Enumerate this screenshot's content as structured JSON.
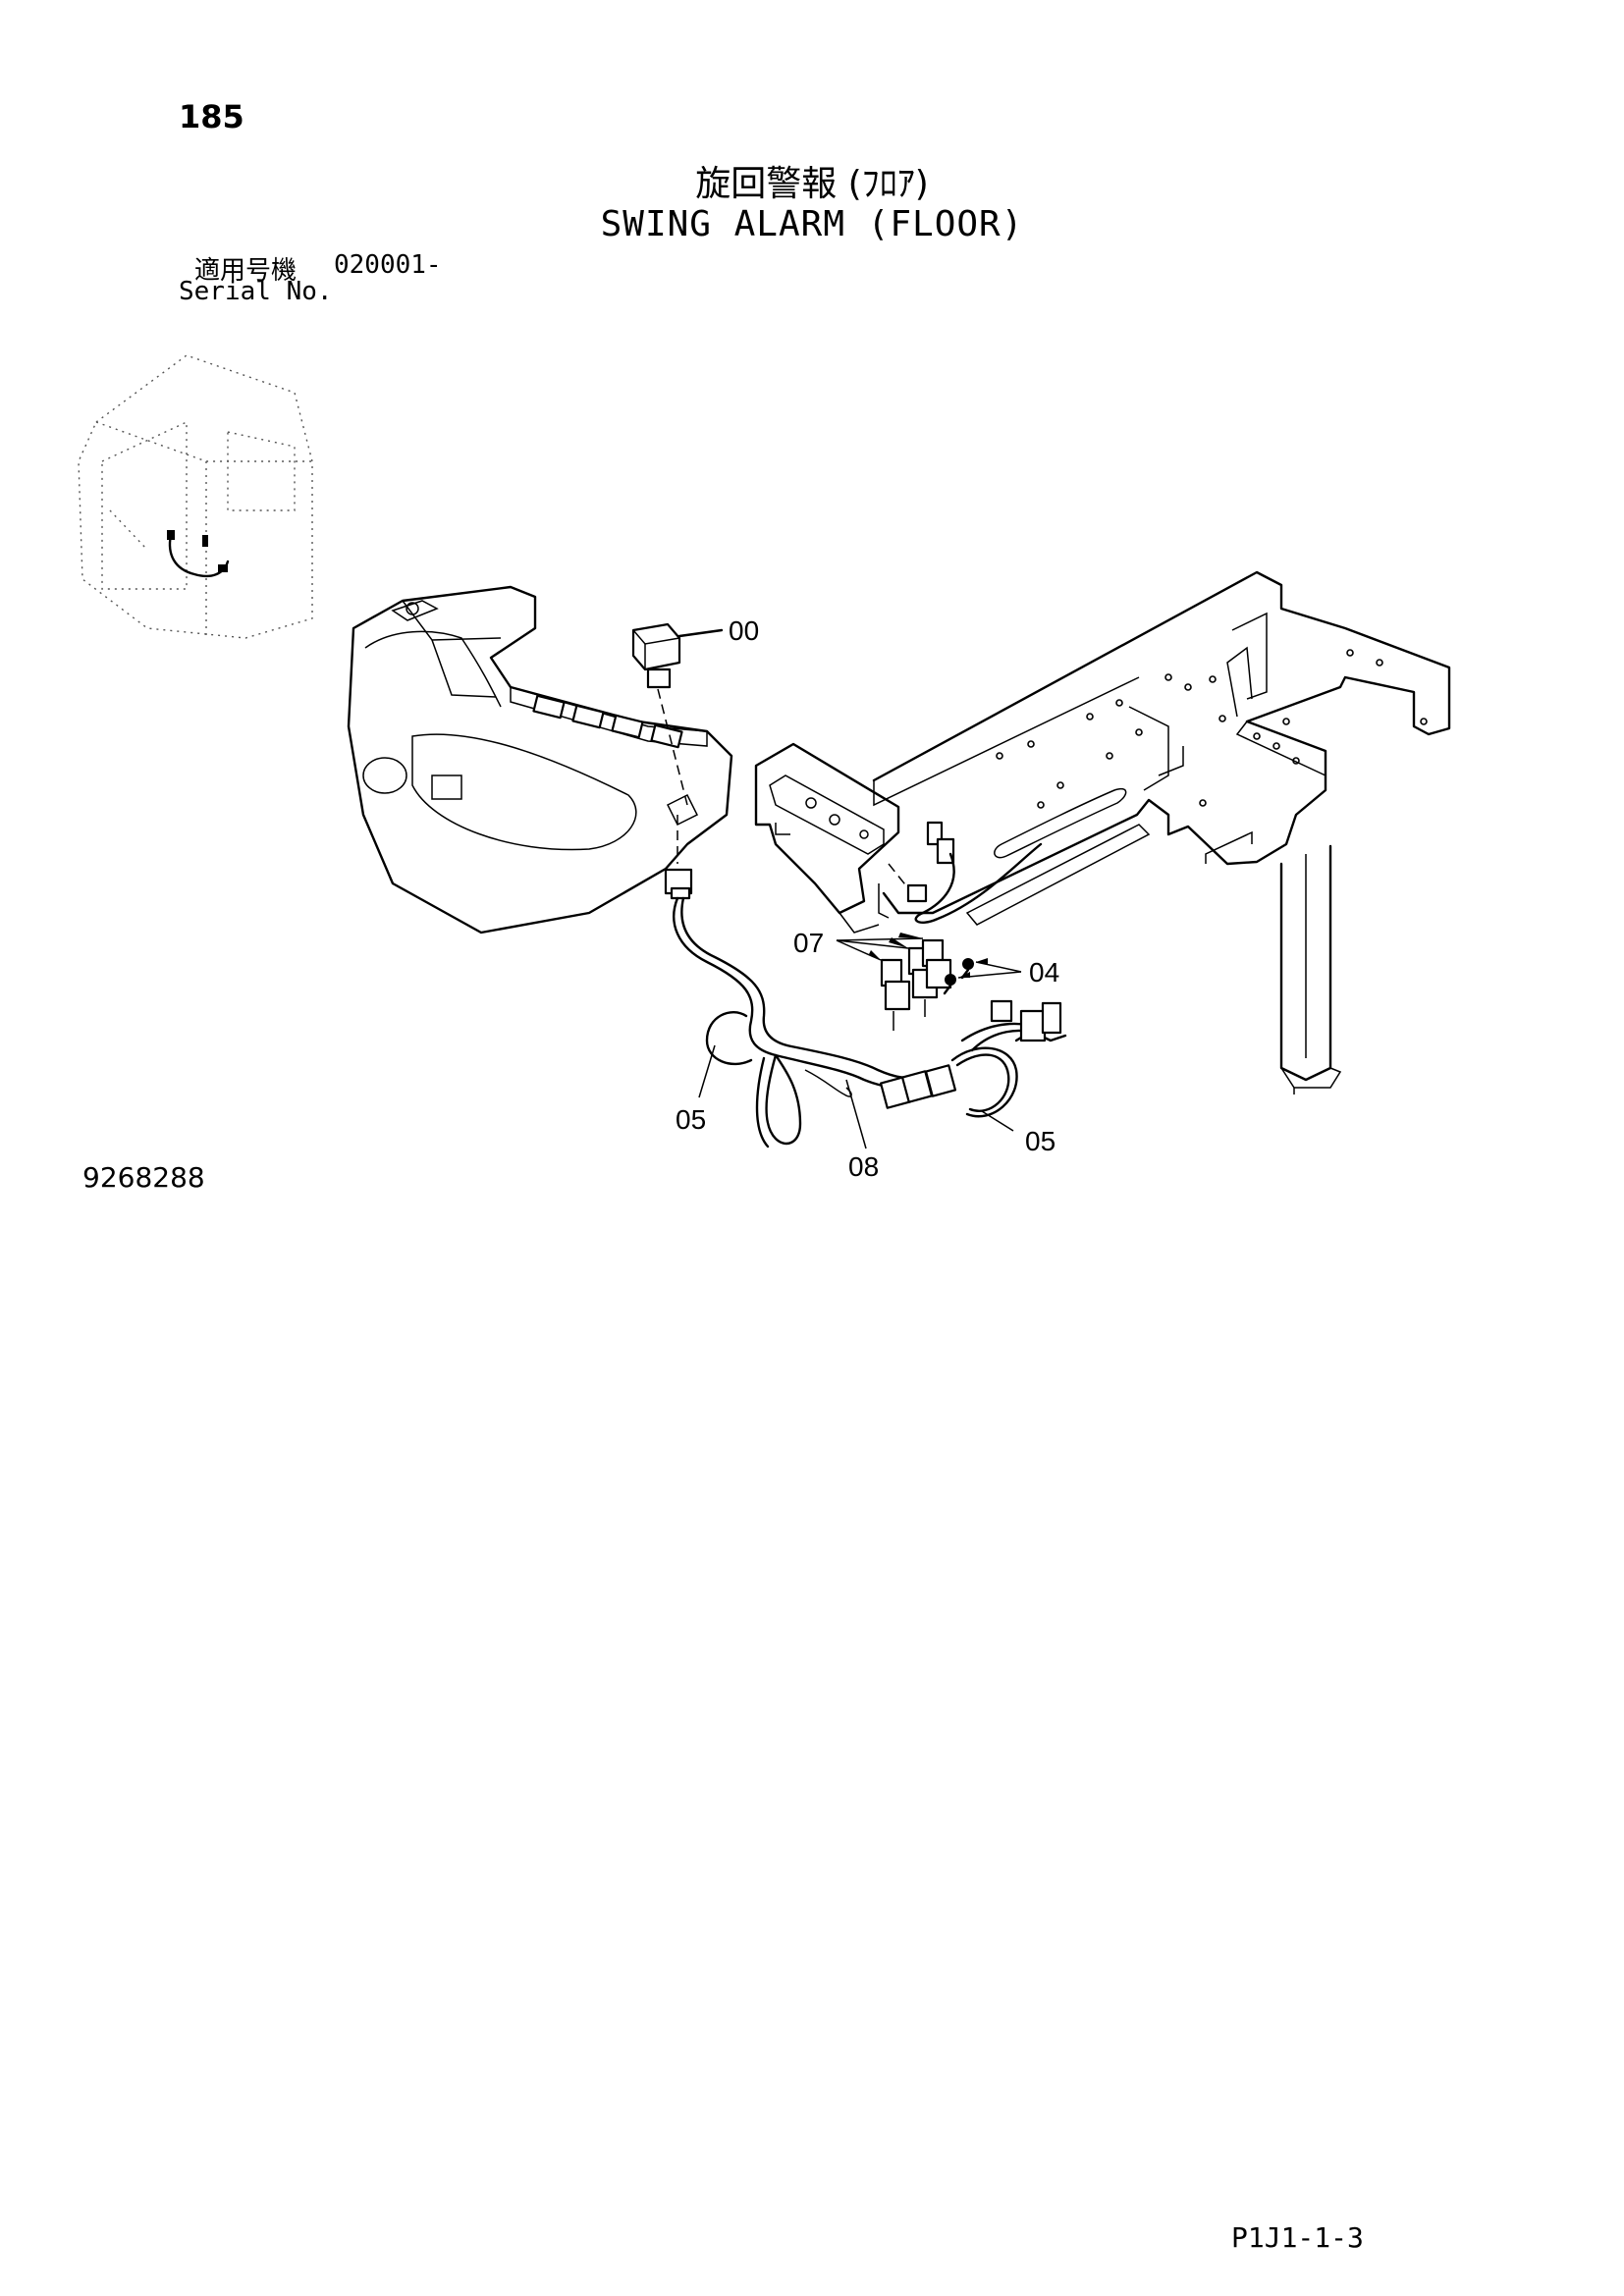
{
  "page": {
    "number": "185",
    "title_jp": "旋回警報 (ﾌﾛｱ)",
    "title_en": "SWING ALARM (FLOOR)",
    "serial_label_jp": "適用号機",
    "serial_value": "020001-",
    "serial_label_en": "Serial No.",
    "drawing_number": "9268288",
    "sheet_code": "P1J1-1-3"
  },
  "callouts": [
    {
      "id": "00",
      "label": "00"
    },
    {
      "id": "07",
      "label": "07"
    },
    {
      "id": "04",
      "label": "04"
    },
    {
      "id": "05a",
      "label": "05"
    },
    {
      "id": "08",
      "label": "08"
    },
    {
      "id": "05b",
      "label": "05"
    }
  ]
}
